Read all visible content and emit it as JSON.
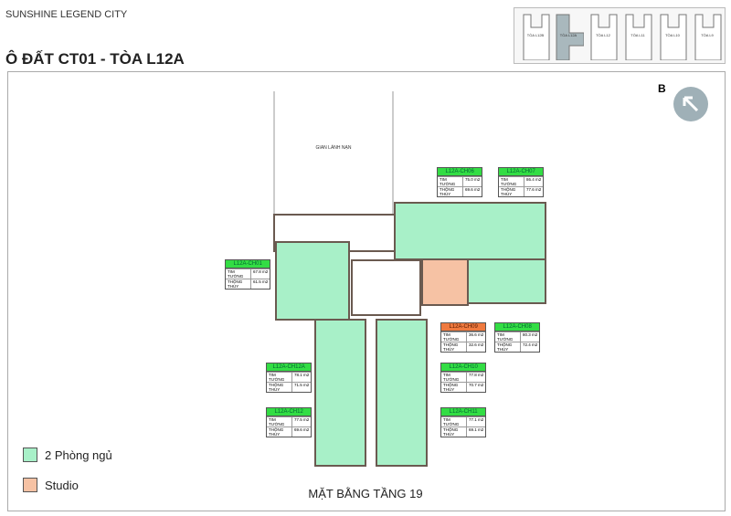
{
  "header": {
    "project": "SUNSHINE LEGEND CITY",
    "title": "Ô ĐẤT CT01 - TÒA L12A"
  },
  "keymap": {
    "towers": [
      {
        "name": "TÒA L12B",
        "active": false
      },
      {
        "name": "TÒA L12A",
        "active": true
      },
      {
        "name": "TÒA L12",
        "active": false
      },
      {
        "name": "TÒA L11",
        "active": false
      },
      {
        "name": "TÒA L10",
        "active": false
      },
      {
        "name": "TÒA L9",
        "active": false
      }
    ],
    "active_color": "#a9b8bd"
  },
  "compass": {
    "letter": "B"
  },
  "plan": {
    "common_area": "GIAN LÁNH NẠN",
    "row_labels": [
      "TIM TƯỜNG",
      "THÔNG THỦY"
    ]
  },
  "units": [
    {
      "id": "L12A-CH06",
      "type": "2br",
      "tim": "75.0 m2",
      "thong": "69.6 m2"
    },
    {
      "id": "L12A-CH07",
      "type": "2br",
      "tim": "86.4 m2",
      "thong": "77.6 m2"
    },
    {
      "id": "L12A-CH01",
      "type": "2br",
      "tim": "67.8 m2",
      "thong": "61.5 m2"
    },
    {
      "id": "L12A-CH09",
      "type": "studio",
      "tim": "36.6 m2",
      "thong": "32.6 m2"
    },
    {
      "id": "L12A-CH08",
      "type": "2br",
      "tim": "80.3 m2",
      "thong": "72.4 m2"
    },
    {
      "id": "L12A-CH12A",
      "type": "2br",
      "tim": "78.1 m2",
      "thong": "71.5 m2"
    },
    {
      "id": "L12A-CH10",
      "type": "2br",
      "tim": "77.8 m2",
      "thong": "70.7 m2"
    },
    {
      "id": "L12A-CH12",
      "type": "2br",
      "tim": "77.5 m2",
      "thong": "69.6 m2"
    },
    {
      "id": "L12A-CH11",
      "type": "2br",
      "tim": "77.1 m2",
      "thong": "69.1 m2"
    }
  ],
  "legend": [
    {
      "label": "2 Phòng ngủ",
      "color": "#a8f0c8"
    },
    {
      "label": "Studio",
      "color": "#f6c2a4"
    }
  ],
  "footer": "MẶT BẰNG TẦNG 19"
}
